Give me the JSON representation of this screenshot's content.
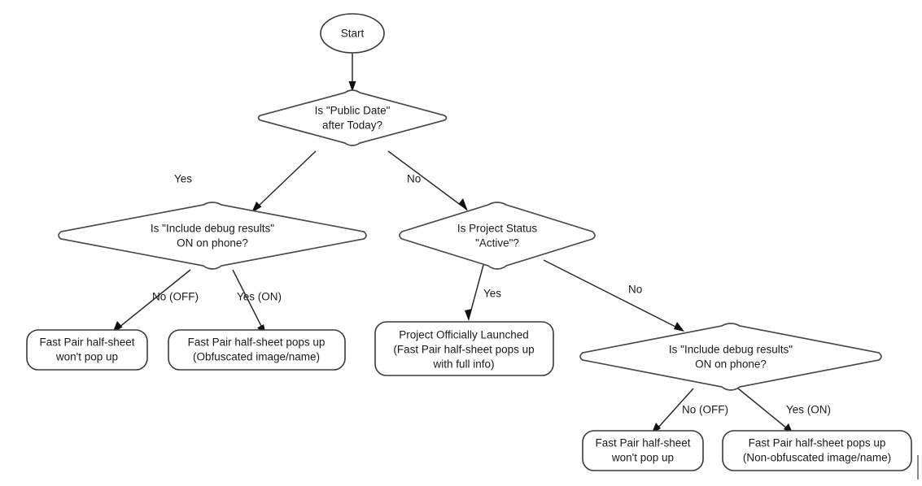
{
  "diagram": {
    "title": "Fast Pair half-sheet visibility decision flow",
    "type": "flowchart",
    "colors": {
      "background": "#ffffff",
      "node_stroke": "#3a3a3a",
      "node_fill": "#ffffff",
      "edge_stroke": "#2b2b2b",
      "text": "#1a1a1a"
    },
    "nodes": {
      "start": {
        "shape": "ellipse",
        "label": "Start"
      },
      "q_public_date": {
        "shape": "diamond",
        "line1": "Is \"Public Date\"",
        "line2": "after Today?"
      },
      "q_debug_left": {
        "shape": "diamond",
        "line1": "Is \"Include debug results\"",
        "line2": "ON on phone?"
      },
      "q_project_status": {
        "shape": "diamond",
        "line1": "Is Project Status",
        "line2": "\"Active\"?"
      },
      "q_debug_right": {
        "shape": "diamond",
        "line1": "Is \"Include debug results\"",
        "line2": "ON on phone?"
      },
      "result_left_off": {
        "shape": "rounded-rect",
        "line1": "Fast Pair half-sheet",
        "line2": "won't pop up"
      },
      "result_left_on": {
        "shape": "rounded-rect",
        "line1": "Fast Pair half-sheet pops up",
        "line2": "(Obfuscated image/name)"
      },
      "result_launched": {
        "shape": "rounded-rect",
        "line1": "Project Officially Launched",
        "line2": "(Fast Pair half-sheet pops up",
        "line3": "with full info)"
      },
      "result_right_off": {
        "shape": "rounded-rect",
        "line1": "Fast Pair half-sheet",
        "line2": "won't pop up"
      },
      "result_right_on": {
        "shape": "rounded-rect",
        "line1": "Fast Pair half-sheet pops up",
        "line2": "(Non-obfuscated image/name)"
      }
    },
    "edges": {
      "start_to_q1": {
        "label": ""
      },
      "q1_yes": {
        "label": "Yes"
      },
      "q1_no": {
        "label": "No"
      },
      "q_debug_left_no": {
        "label": "No (OFF)"
      },
      "q_debug_left_yes": {
        "label": "Yes (ON)"
      },
      "q_status_yes": {
        "label": "Yes"
      },
      "q_status_no": {
        "label": "No"
      },
      "q_debug_right_no": {
        "label": "No (OFF)"
      },
      "q_debug_right_yes": {
        "label": "Yes (ON)"
      }
    }
  }
}
